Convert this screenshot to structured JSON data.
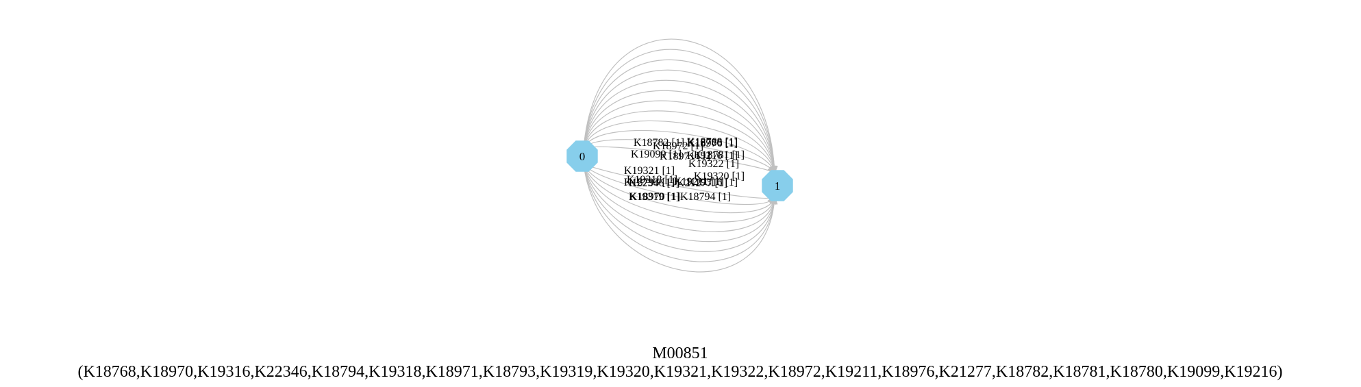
{
  "graph": {
    "nodes": [
      {
        "id": "0",
        "label": "0",
        "color": "#87ceeb"
      },
      {
        "id": "1",
        "label": "1",
        "color": "#87ceeb"
      }
    ],
    "edge_color": "#c0c0c0",
    "edges": [
      {
        "from": "0",
        "to": "1",
        "label": "K18782 [1]"
      },
      {
        "from": "0",
        "to": "1",
        "label": "K18768 [1]"
      },
      {
        "from": "0",
        "to": "1",
        "label": "K18780 [1]"
      },
      {
        "from": "0",
        "to": "1",
        "label": "K18976 [1]"
      },
      {
        "from": "0",
        "to": "1",
        "label": "K18972 [1]"
      },
      {
        "from": "0",
        "to": "1",
        "label": "K18781 [1]"
      },
      {
        "from": "0",
        "to": "1",
        "label": "K19099 [1]"
      },
      {
        "from": "0",
        "to": "1",
        "label": "K18971 [1]"
      },
      {
        "from": "0",
        "to": "1",
        "label": "K19216 [1]"
      },
      {
        "from": "0",
        "to": "1",
        "label": "K19322 [1]"
      },
      {
        "from": "0",
        "to": "1",
        "label": "K19321 [1]"
      },
      {
        "from": "0",
        "to": "1",
        "label": "K19320 [1]"
      },
      {
        "from": "0",
        "to": "1",
        "label": "K19318 [1]"
      },
      {
        "from": "0",
        "to": "1",
        "label": "K22346 [1]"
      },
      {
        "from": "0",
        "to": "1",
        "label": "K19211 [1]"
      },
      {
        "from": "0",
        "to": "1",
        "label": "K21277 [1]"
      },
      {
        "from": "0",
        "to": "1",
        "label": "K19316 [1]"
      },
      {
        "from": "0",
        "to": "1",
        "label": "K18793 [1]"
      },
      {
        "from": "0",
        "to": "1",
        "label": "K19319 [1]"
      },
      {
        "from": "0",
        "to": "1",
        "label": "K18970 [1]"
      },
      {
        "from": "0",
        "to": "1",
        "label": "K18794 [1]"
      }
    ]
  },
  "caption": {
    "title": "M00851",
    "subtitle": "(K18768,K18970,K19316,K22346,K18794,K19318,K18971,K18793,K19319,K19320,K19321,K19322,K18972,K19211,K18976,K21277,K18782,K18781,K18780,K19099,K19216)"
  }
}
